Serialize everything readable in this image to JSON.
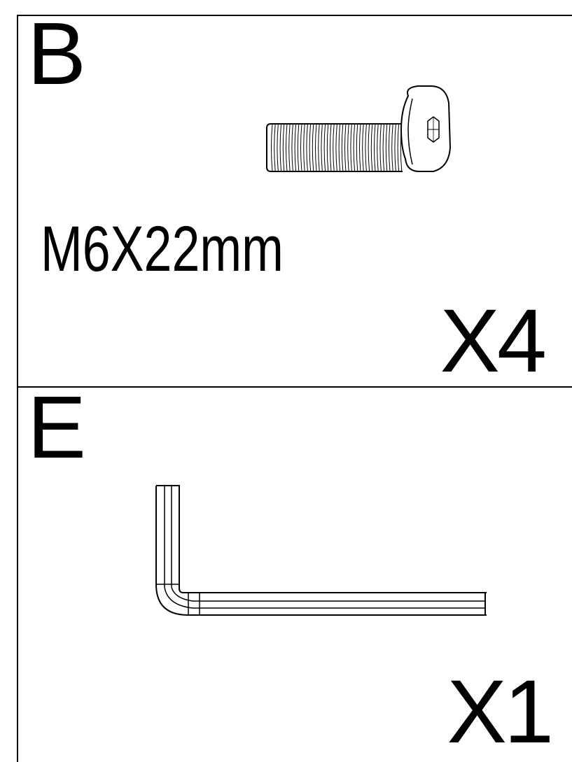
{
  "panels": [
    {
      "letter": "B",
      "part": "bolt-icon",
      "size": "M6X22mm",
      "quantity": "X4"
    },
    {
      "letter": "E",
      "part": "hex-key-icon",
      "quantity": "X1"
    }
  ]
}
